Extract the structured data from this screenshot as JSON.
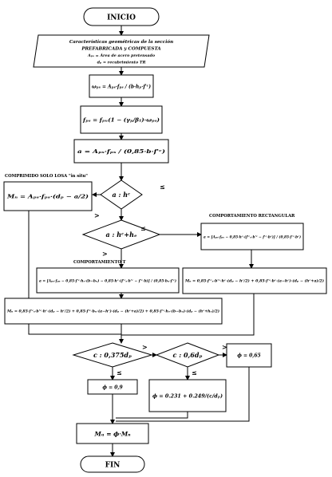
{
  "terminals": {
    "start": "INICIO",
    "end": "FIN"
  },
  "inputs": {
    "line1": "Características geométricas de la sección",
    "line2": "PREFABRICADA y COMPUESTA",
    "line3": "Aₚₛ = Área de acero pretensado",
    "line4": "dₚ = recubrimiento TR"
  },
  "equations": {
    "omega": "ωₚₛ = Aₚₛ·fₚₛ / (b·hₚ·f'ᶜ)",
    "fps": "fₚₛ = fₚᵤ(1 − (γₚ/β₁)·ωₚₛ)",
    "a": "a = Aₚₛ·fₚₛ / (0,85·b·f'ᶜ)",
    "mn_slab": "Mₙ = Aₚₛ·fₚₛ·(dₚ − a/2)",
    "a_rect": "a = [Aₚₛ·fₚₛ − 0,85·hᶜ·(f'ᶜₛ·b'ᶜ − f'ᶜ·bᶜ)] / (0,85·f'ᶜ·bᶜ)",
    "mn_rect": "Mₙ = 0,85·f'ᶜₛ·b'ᶜ·hᶜ·(dₚ − hᶜ/2) + 0,85·f'ᶜ·bᶜ·(a−hᶜ)·(dₚ − (hᶜ+a)/2)",
    "a_t": "a = [Aₚₛ·fₚₛ − 0,85·f'ᶜ·hₑ·(b−bᵤ) − 0,85·hᶜ·(f'ᶜₛ·b'ᶜ − f'ᶜ·b)] / (0,85·bᵤ·f'ᶜ)",
    "mn_t": "Mₙ = 0,85·f'ᶜₛ·b'ᶜ·hᶜ·(dₚ − hᶜ/2) + 0,85·f'ᶜ·bᵤ·(a−hᶜ)·(dₚ − (hᶜ+a)/2) + 0,85·f'ᶜ·hₑ·(b−bᵤ)·(dₚ − (hᶜ+hₑ)/2)",
    "phi_09": "ϕ = 0,9",
    "phi_mid": "ϕ = 0.231 + 0.249/(c/dₚ)",
    "phi_065": "ϕ = 0,65",
    "mu": "Mᵤ = ϕ·Mₙ"
  },
  "decisions": {
    "d1": "a : hᶜ",
    "d2": "a : hᶜ+hₑ",
    "d3": "c : 0,375dₚ",
    "d4": "c : 0,6dₚ"
  },
  "labels": {
    "slab_only": "COMPRIMIDO SOLO LOSA \"in situ\"",
    "rectangular": "COMPORTAMIENTO RECTANGULAR",
    "t_behavior": "COMPORTAMIENTO T"
  },
  "branches": {
    "le": "≤",
    "gt": ">"
  }
}
